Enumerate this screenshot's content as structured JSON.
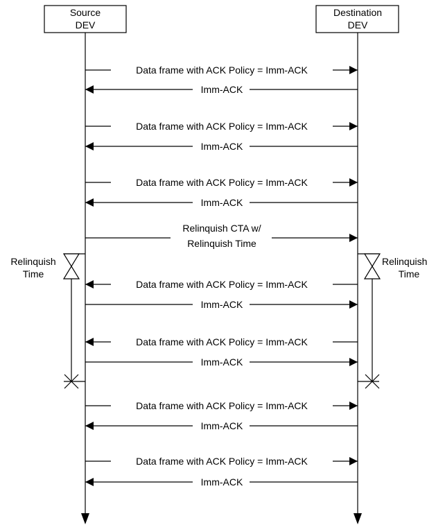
{
  "entities": {
    "source": {
      "line1": "Source",
      "line2": "DEV"
    },
    "destination": {
      "line1": "Destination",
      "line2": "DEV"
    }
  },
  "messages": [
    {
      "label": "Data frame with ACK Policy = Imm-ACK",
      "direction": "source-to-destination"
    },
    {
      "label": "Imm-ACK",
      "direction": "destination-to-source"
    },
    {
      "label": "Data frame with ACK Policy = Imm-ACK",
      "direction": "source-to-destination"
    },
    {
      "label": "Imm-ACK",
      "direction": "destination-to-source"
    },
    {
      "label": "Data frame with ACK Policy = Imm-ACK",
      "direction": "source-to-destination"
    },
    {
      "label": "Imm-ACK",
      "direction": "destination-to-source"
    },
    {
      "label_line1": "Relinquish CTA w/",
      "label_line2": "Relinquish Time",
      "direction": "source-to-destination"
    },
    {
      "label": "Data frame with ACK Policy = Imm-ACK",
      "direction": "destination-to-source"
    },
    {
      "label": "Imm-ACK",
      "direction": "source-to-destination"
    },
    {
      "label": "Data frame with ACK Policy = Imm-ACK",
      "direction": "destination-to-source"
    },
    {
      "label": "Imm-ACK",
      "direction": "source-to-destination"
    },
    {
      "label": "Data frame with ACK Policy = Imm-ACK",
      "direction": "source-to-destination"
    },
    {
      "label": "Imm-ACK",
      "direction": "destination-to-source"
    },
    {
      "label": "Data frame with ACK Policy = Imm-ACK",
      "direction": "source-to-destination"
    },
    {
      "label": "Imm-ACK",
      "direction": "destination-to-source"
    }
  ],
  "timers": {
    "left": {
      "line1": "Relinquish",
      "line2": "Time"
    },
    "right": {
      "line1": "Relinquish",
      "line2": "Time"
    }
  }
}
